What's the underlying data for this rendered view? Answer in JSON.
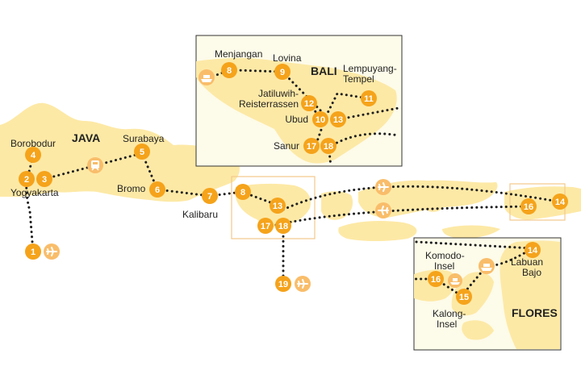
{
  "colors": {
    "land": "#fde9a6",
    "land_inset": "#fde9a6",
    "inset_bg": "#fdfbe9",
    "marker": "#f5a31b",
    "route": "#1e1e1e",
    "icon_bg": "#f9bd6a",
    "frame": "#f3c98b"
  },
  "regions": {
    "java": "JAVA",
    "bali": "BALI",
    "flores": "FLORES"
  },
  "places": {
    "borobodur": "Borobodur",
    "yogyakarta": "Yogyakarta",
    "surabaya": "Surabaya",
    "bromo": "Bromo",
    "kalibaru": "Kalibaru",
    "menjangan": "Menjangan",
    "lovina": "Lovina",
    "lempuyang1": "Lempuyang-",
    "lempuyang2": "Tempel",
    "jatiluwih1": "Jatiluwih-",
    "jatiluwih2": "Reisterrassen",
    "ubud": "Ubud",
    "sanur": "Sanur",
    "komodo1": "Komodo-",
    "komodo2": "Insel",
    "kalong1": "Kalong-",
    "kalong2": "Insel",
    "labuan1": "Labuan",
    "labuan2": "Bajo"
  },
  "stops": {
    "s1": "1",
    "s2": "2",
    "s3": "3",
    "s4": "4",
    "s5": "5",
    "s6": "6",
    "s7": "7",
    "s8": "8",
    "s13": "13",
    "s17": "17",
    "s18": "18",
    "s19": "19",
    "s16": "16",
    "s14": "14",
    "b8": "8",
    "b9": "9",
    "b11": "11",
    "b12": "12",
    "b10": "10",
    "b13": "13",
    "b17": "17",
    "b18": "18",
    "f14": "14",
    "f16": "16",
    "f15": "15"
  },
  "icons": [
    "plane-icon",
    "train-icon",
    "ferry-icon"
  ]
}
